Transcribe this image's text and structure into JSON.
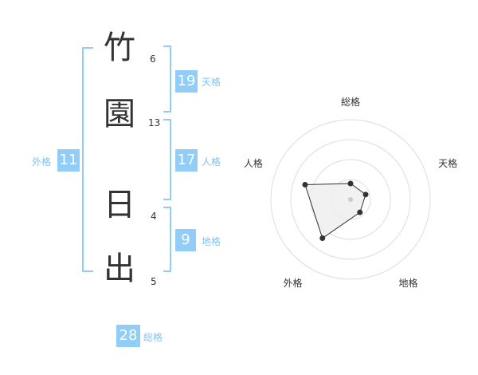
{
  "colors": {
    "accent": "#91cdf7",
    "accent_text": "#7fc3f2",
    "kanji": "#333333",
    "radar_fill": "#eeeeee",
    "radar_stroke": "#333333",
    "ring": "#dddddd"
  },
  "name": {
    "chars": [
      {
        "char": "竹",
        "strokes": "6"
      },
      {
        "char": "園",
        "strokes": "13"
      },
      {
        "char": "日",
        "strokes": "4"
      },
      {
        "char": "出",
        "strokes": "5"
      }
    ]
  },
  "kakusu": {
    "tenkaku": {
      "value": "19",
      "label": "天格"
    },
    "jinkaku": {
      "value": "17",
      "label": "人格"
    },
    "chikaku": {
      "value": "9",
      "label": "地格"
    },
    "gaikaku": {
      "value": "11",
      "label": "外格"
    },
    "soukaku": {
      "value": "28",
      "label": "総格"
    }
  },
  "radar": {
    "axes": [
      "総格",
      "天格",
      "地格",
      "外格",
      "人格"
    ],
    "max": 5,
    "rings": 4,
    "values": [
      1,
      1,
      1,
      3,
      3
    ]
  }
}
